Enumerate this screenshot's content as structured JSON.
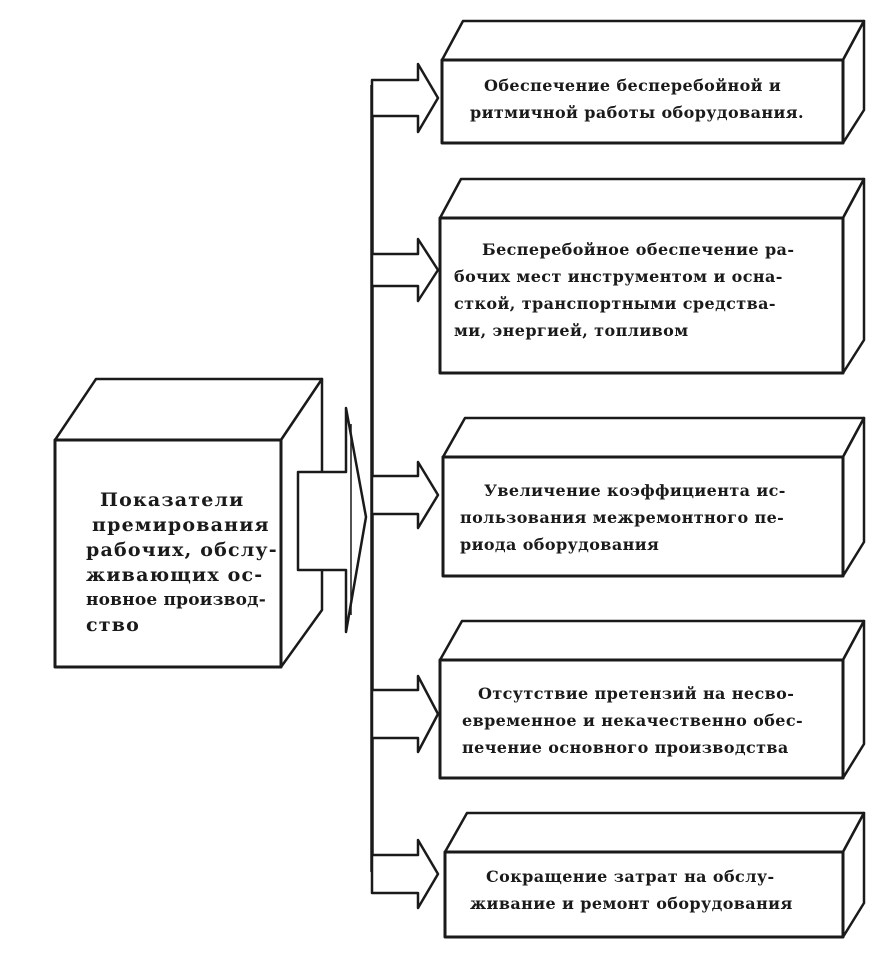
{
  "main_box": {
    "lines": [
      "Показатели",
      "премирования",
      "рабочих, обслу-",
      "живающих ос-",
      "новное производ-",
      "ство"
    ]
  },
  "targets": [
    {
      "lines": [
        "Обеспечение бесперебойной и",
        "ритмичной работы оборудования."
      ]
    },
    {
      "lines": [
        "Бесперебойное обеспечение ра-",
        "бочих мест инструментом и осна-",
        "сткой, транспортными средства-",
        "ми, энергией, топливом"
      ]
    },
    {
      "lines": [
        "Увеличение коэффициента ис-",
        "пользования межремонтного пе-",
        "риода оборудования"
      ]
    },
    {
      "lines": [
        "Отсутствие претензий на несво-",
        "евременное и некачественно обес-",
        "печение основного производства"
      ]
    },
    {
      "lines": [
        "Сокращение затрат на обслу-",
        "живание и ремонт оборудования"
      ]
    }
  ]
}
